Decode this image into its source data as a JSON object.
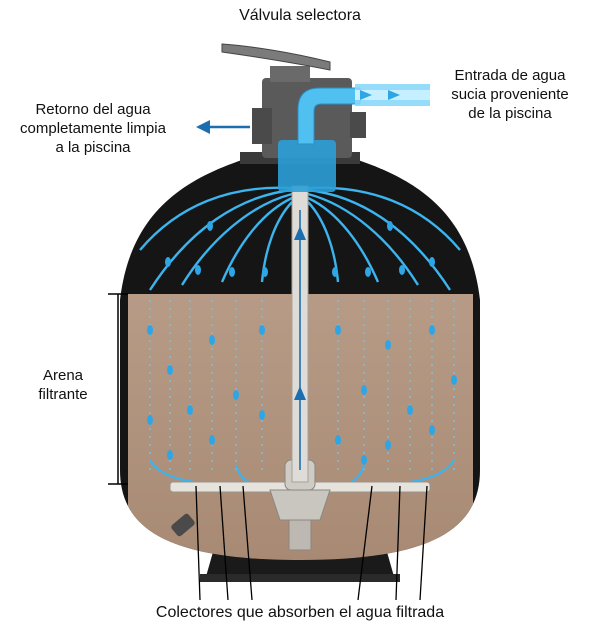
{
  "labels": {
    "title": "Válvula selectora",
    "inlet": [
      "Entrada de agua",
      "sucia proveniente",
      "de la piscina"
    ],
    "outlet": [
      "Retorno del agua",
      "completamente limpia",
      "a la piscina"
    ],
    "sand": [
      "Arena",
      "filtrante"
    ],
    "collectors": "Colectores que absorben el agua filtrada"
  },
  "colors": {
    "tank": "#151515",
    "sand": "#b89a84",
    "water": "#2ea6e6",
    "arrow": "#1b6fb0",
    "valve": "#5a5a5a"
  }
}
